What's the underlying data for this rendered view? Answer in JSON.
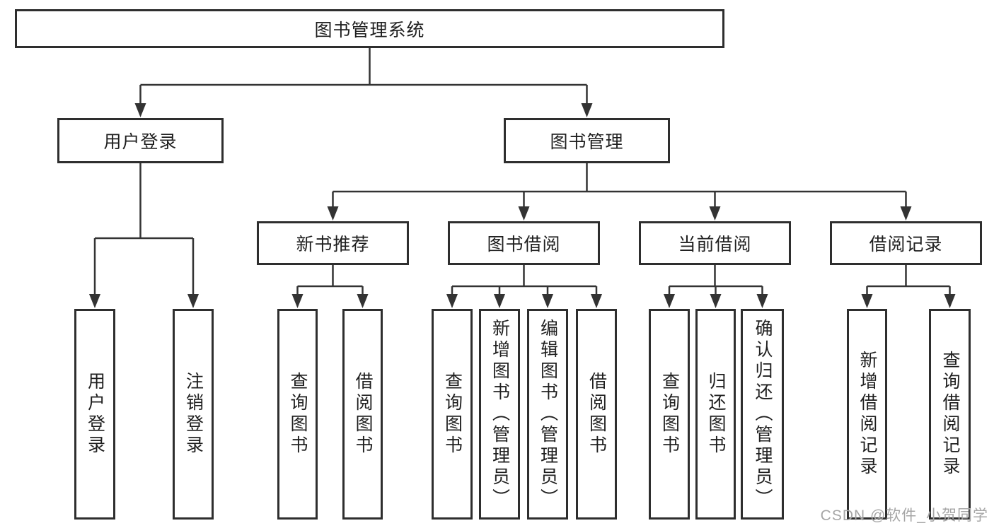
{
  "tree": {
    "root": {
      "label": "图书管理系统"
    },
    "branches": [
      {
        "label": "用户登录",
        "children": [
          {
            "label": "用户登录"
          },
          {
            "label": "注销登录"
          }
        ]
      },
      {
        "label": "图书管理",
        "children": [
          {
            "label": "新书推荐",
            "children": [
              {
                "label": "查询图书"
              },
              {
                "label": "借阅图书"
              }
            ]
          },
          {
            "label": "图书借阅",
            "children": [
              {
                "label": "查询图书"
              },
              {
                "label": "新增图书（管理员）"
              },
              {
                "label": "编辑图书（管理员）"
              },
              {
                "label": "借阅图书"
              }
            ]
          },
          {
            "label": "当前借阅",
            "children": [
              {
                "label": "查询图书"
              },
              {
                "label": "归还图书"
              },
              {
                "label": "确认归还（管理员）"
              }
            ]
          },
          {
            "label": "借阅记录",
            "children": [
              {
                "label": "新增借阅记录"
              },
              {
                "label": "查询借阅记录"
              }
            ]
          }
        ]
      }
    ]
  },
  "watermark": {
    "text": "CSDN @软件_小贺同学"
  },
  "colors": {
    "line": "#333333",
    "box_border": "#2e2e2e",
    "text": "#1f1f1f",
    "watermark": "#a6a6a6",
    "background": "#ffffff"
  }
}
